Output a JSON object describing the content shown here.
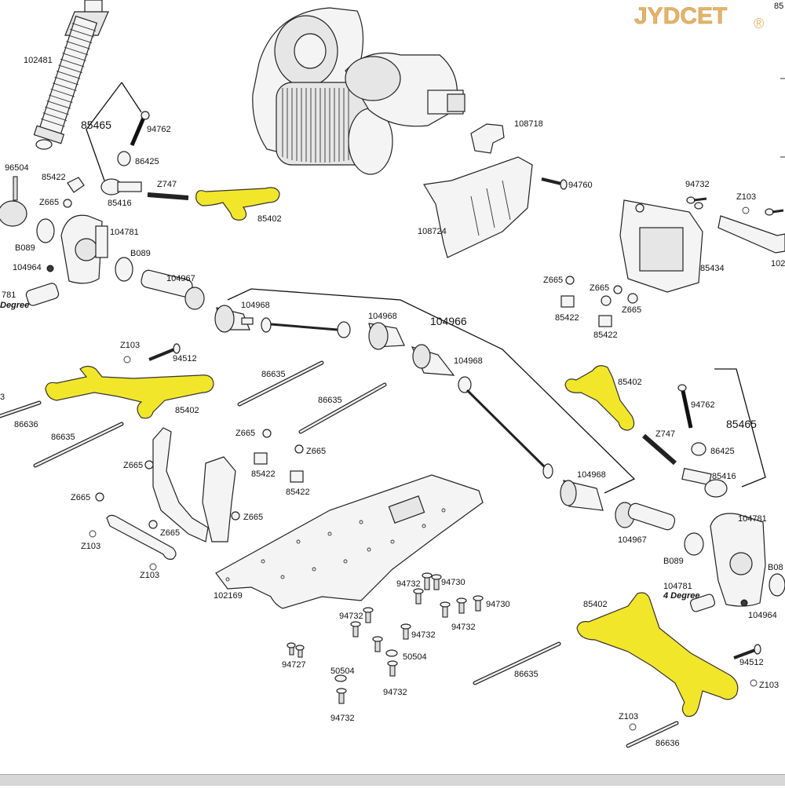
{
  "watermark": {
    "text": "JYDCET",
    "reg": "®",
    "color": "#e3b46a"
  },
  "highlight_color": "#f2e62a",
  "labels": {
    "top_corner": "85",
    "shock": "102481",
    "bracket_85465_left": "85465",
    "screw_94762_left": "94762",
    "ball_86425_left": "86425",
    "pin_96504": "96504",
    "nut_85422_left": "85422",
    "z665_left": "Z665",
    "end_85416_left": "85416",
    "z747_left": "Z747",
    "arm_85402_top_left": "85402",
    "hub_104781_left": "104781",
    "bearing_b089_a": "B089",
    "bearing_b089_b": "B089",
    "p104964_left": "104964",
    "p104967_left": "104967",
    "p781_left": "781",
    "degree_left": "Degree",
    "p108718": "108718",
    "p94760": "94760",
    "p108724": "108724",
    "p94732_top": "94732",
    "z103_top": "Z103",
    "p102_right": "102",
    "p85434": "85434",
    "z665_c1": "Z665",
    "z665_c2": "Z665",
    "z665_c3": "Z665",
    "p85422_c1": "85422",
    "p85422_c2": "85422",
    "p104968_a": "104968",
    "p104968_b": "104968",
    "p104966": "104966",
    "p104968_c": "104968",
    "z103_left": "Z103",
    "p94512_left": "94512",
    "p85402_left_arm": "85402",
    "p86635_a": "86635",
    "p86635_b": "86635",
    "p86636_left": "86636",
    "p86635_c": "86635",
    "p3_edge": "3",
    "p85402_right_arm": "85402",
    "p94762_right": "94762",
    "p85465_right": "85465",
    "z747_right": "Z747",
    "p86425_right": "86425",
    "p85416_right": "85416",
    "p104968_d": "104968",
    "z665_m1": "Z665",
    "z665_m2": "Z665",
    "p85422_m1": "85422",
    "p85422_m2": "85422",
    "z665_m3": "Z665",
    "z665_m4": "Z665",
    "z665_m5": "Z665",
    "z665_m6": "Z665",
    "z103_m1": "Z103",
    "z103_m2": "Z103",
    "p102169": "102169",
    "p94732_b1": "94732",
    "p94730_b1": "94730",
    "p94730_b2": "94730",
    "p94732_b2": "94732",
    "p94732_b3": "94732",
    "p94732_b4": "94732",
    "p94727": "94727",
    "p50504_a": "50504",
    "p50504_b": "50504",
    "p94732_b5": "94732",
    "p94732_b6": "94732",
    "p104967_right": "104967",
    "p104781_right": "104781",
    "p104781_right2": "104781",
    "degree_right": "4 Degree",
    "b089_right": "B089",
    "b08_right": "B08",
    "p104964_right": "104964",
    "p85402_br": "85402",
    "p94512_right": "94512",
    "z103_br": "Z103",
    "z103_br2": "Z103",
    "p86636_right": "86636",
    "p86635_right": "86635"
  }
}
